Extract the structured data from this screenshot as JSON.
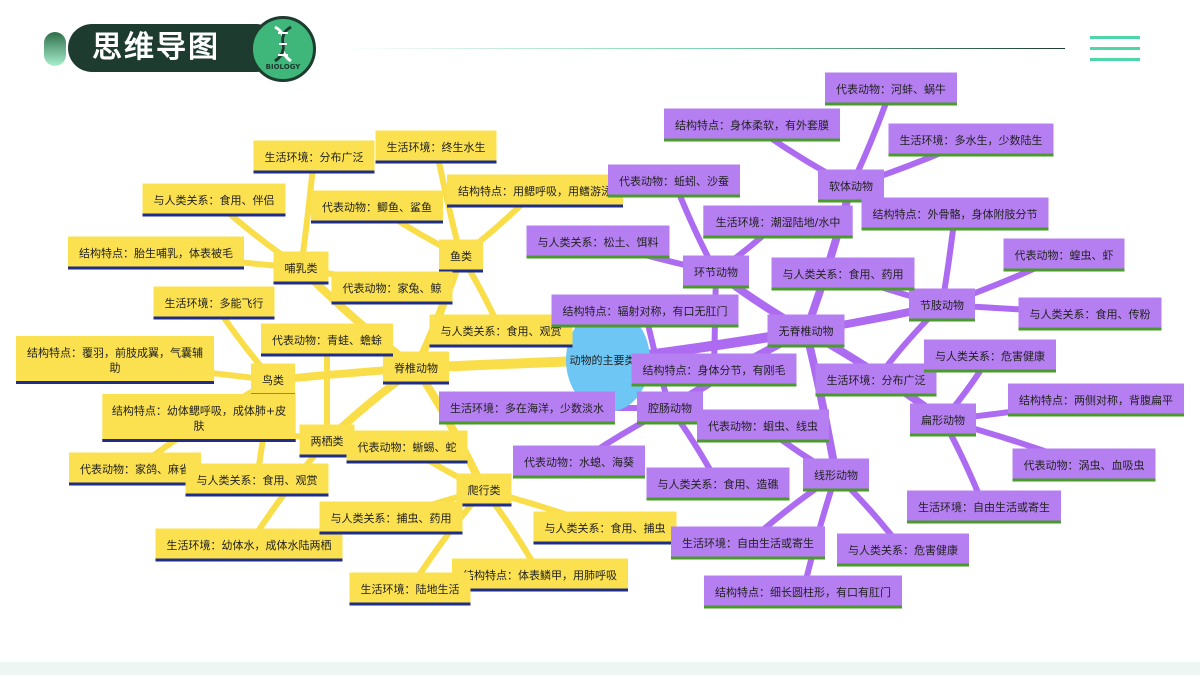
{
  "header": {
    "title": "思维导图",
    "badge_text": "BIOLOGY",
    "badge_icon": "dna-icon",
    "menu_icon": "menu-icon"
  },
  "colors": {
    "vertebrate_fill": "#fbe14f",
    "vertebrate_line": "#f9de4a",
    "invertebrate_fill": "#b57ff2",
    "invertebrate_line": "#ad6bf2",
    "vertebrate_underline": "#1f2d8a",
    "invertebrate_underline": "#4a9a2c",
    "root_fill": "#6ec6f5",
    "title_pill": "#1d3b2e",
    "accent": "#4fd6a6"
  },
  "mindmap": {
    "root": "动物的主要类群",
    "groups": [
      {
        "id": "vertebrate",
        "label": "脊椎动物"
      },
      {
        "id": "invertebrate",
        "label": "无脊椎动物"
      }
    ],
    "vertebrate_classes": [
      {
        "id": "fish",
        "label": "鱼类",
        "details": [
          "生活环境：终生水生",
          "结构特点：用鳃呼吸，用鳍游泳",
          "代表动物：鲫鱼、鲨鱼",
          "与人类关系：食用、观赏"
        ]
      },
      {
        "id": "mammal",
        "label": "哺乳类",
        "details": [
          "生活环境：分布广泛",
          "与人类关系：食用、伴侣",
          "结构特点：胎生哺乳，体表被毛",
          "代表动物：家兔、鲸"
        ]
      },
      {
        "id": "bird",
        "label": "鸟类",
        "details": [
          "生活环境：多能飞行",
          "结构特点：覆羽，前肢成翼，气囊辅助",
          "代表动物：家鸽、麻雀",
          "与人类关系：食用、观赏"
        ]
      },
      {
        "id": "amphibian",
        "label": "两栖类",
        "details": [
          "代表动物：青蛙、蟾蜍",
          "结构特点：幼体鳃呼吸，成体肺+皮肤",
          "生活环境：幼体水，成体水陆两栖"
        ]
      },
      {
        "id": "reptile",
        "label": "爬行类",
        "details": [
          "代表动物：蜥蜴、蛇",
          "与人类关系：捕虫、药用",
          "与人类关系：食用、捕虫",
          "结构特点：体表鳞甲，用肺呼吸",
          "生活环境：陆地生活"
        ]
      }
    ],
    "invertebrate_classes": [
      {
        "id": "mollusc",
        "label": "软体动物",
        "details": [
          "代表动物：河蚌、蜗牛",
          "结构特点：身体柔软，有外套膜",
          "生活环境：多水生，少数陆生"
        ]
      },
      {
        "id": "annelid",
        "label": "环节动物",
        "details": [
          "代表动物：蚯蚓、沙蚕",
          "生活环境：潮湿陆地/水中",
          "与人类关系：松土、饵料",
          "结构特点：身体分节，有刚毛"
        ]
      },
      {
        "id": "arthropod",
        "label": "节肢动物",
        "details": [
          "结构特点：外骨骼，身体附肢分节",
          "代表动物：蝗虫、虾",
          "与人类关系：食用、传粉",
          "与人类关系：食用、药用",
          "生活环境：分布广泛"
        ]
      },
      {
        "id": "cnidarian",
        "label": "腔肠动物",
        "details": [
          "结构特点：辐射对称，有口无肛门",
          "生活环境：多在海洋，少数淡水",
          "代表动物：水螅、海葵",
          "与人类关系：食用、造礁"
        ]
      },
      {
        "id": "flatworm",
        "label": "扁形动物",
        "details": [
          "与人类关系：危害健康",
          "结构特点：两侧对称，背腹扁平",
          "代表动物：涡虫、血吸虫",
          "生活环境：自由生活或寄生"
        ]
      },
      {
        "id": "roundworm",
        "label": "线形动物",
        "details": [
          "代表动物：蛔虫、线虫",
          "生活环境：自由生活或寄生",
          "与人类关系：危害健康",
          "结构特点：细长圆柱形，有口有肛门"
        ]
      }
    ]
  }
}
